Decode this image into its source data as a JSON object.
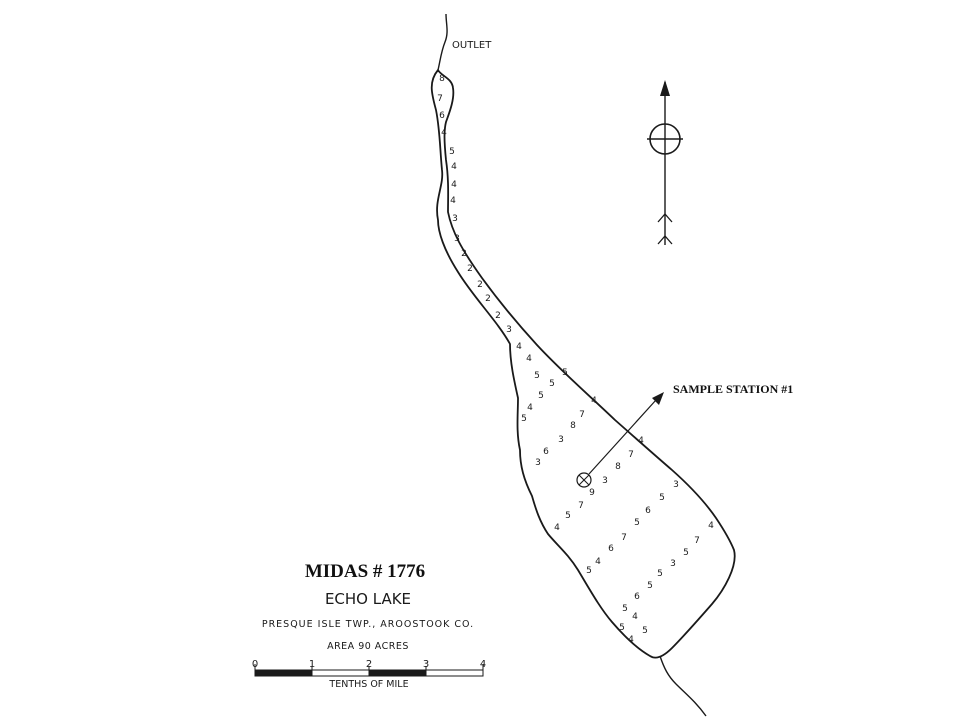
{
  "map": {
    "title": "MIDAS # 1776",
    "lake_name": "ECHO LAKE",
    "location": "PRESQUE ISLE TWP., AROOSTOOK CO.",
    "area": "AREA 90 ACRES",
    "outlet_label": "OUTLET",
    "station_label": "SAMPLE STATION #1",
    "scale": {
      "ticks": [
        "0",
        "1",
        "2",
        "3",
        "4"
      ],
      "units": "TENTHS OF MILE"
    },
    "symbols": {
      "north_arrow": "north-arrow-icon",
      "sample_station": "circle-x-icon"
    },
    "colors": {
      "ink": "#1a1a1a",
      "paper": "#ffffff"
    },
    "depth_soundings": [
      "8",
      "7",
      "6",
      "4",
      "5",
      "4",
      "4",
      "4",
      "3",
      "3",
      "2",
      "2",
      "2",
      "2",
      "2",
      "3",
      "4",
      "4",
      "5",
      "5",
      "5",
      "5",
      "4",
      "5",
      "4",
      "7",
      "8",
      "3",
      "6",
      "3",
      "4",
      "7",
      "8",
      "3",
      "9",
      "3",
      "5",
      "6",
      "5",
      "7",
      "5",
      "4",
      "7",
      "6",
      "4",
      "5",
      "4",
      "7",
      "5",
      "3",
      "5",
      "5",
      "6",
      "5",
      "5",
      "4",
      "5",
      "4"
    ]
  }
}
